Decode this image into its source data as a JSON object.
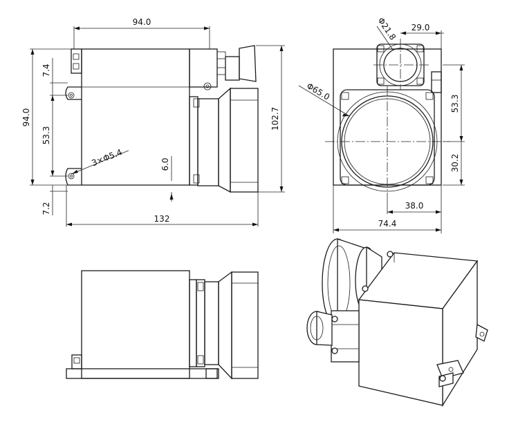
{
  "front_view": {
    "width_top": "94.0",
    "height_left": "94.0",
    "offset_top": "7.4",
    "hole_spacing": "53.3",
    "holes": "3×Φ5.4",
    "flange_gap": "6.0",
    "bottom_offset": "7.2",
    "overall_length": "132",
    "overall_height": "102.7"
  },
  "side_view": {
    "small_lens_dia": "Φ21.8",
    "small_lens_offset": "29.0",
    "large_lens_dia": "Φ65.0",
    "upper_height": "53.3",
    "lower_height": "30.2",
    "center_offset": "38.0",
    "overall_width": "74.4"
  }
}
